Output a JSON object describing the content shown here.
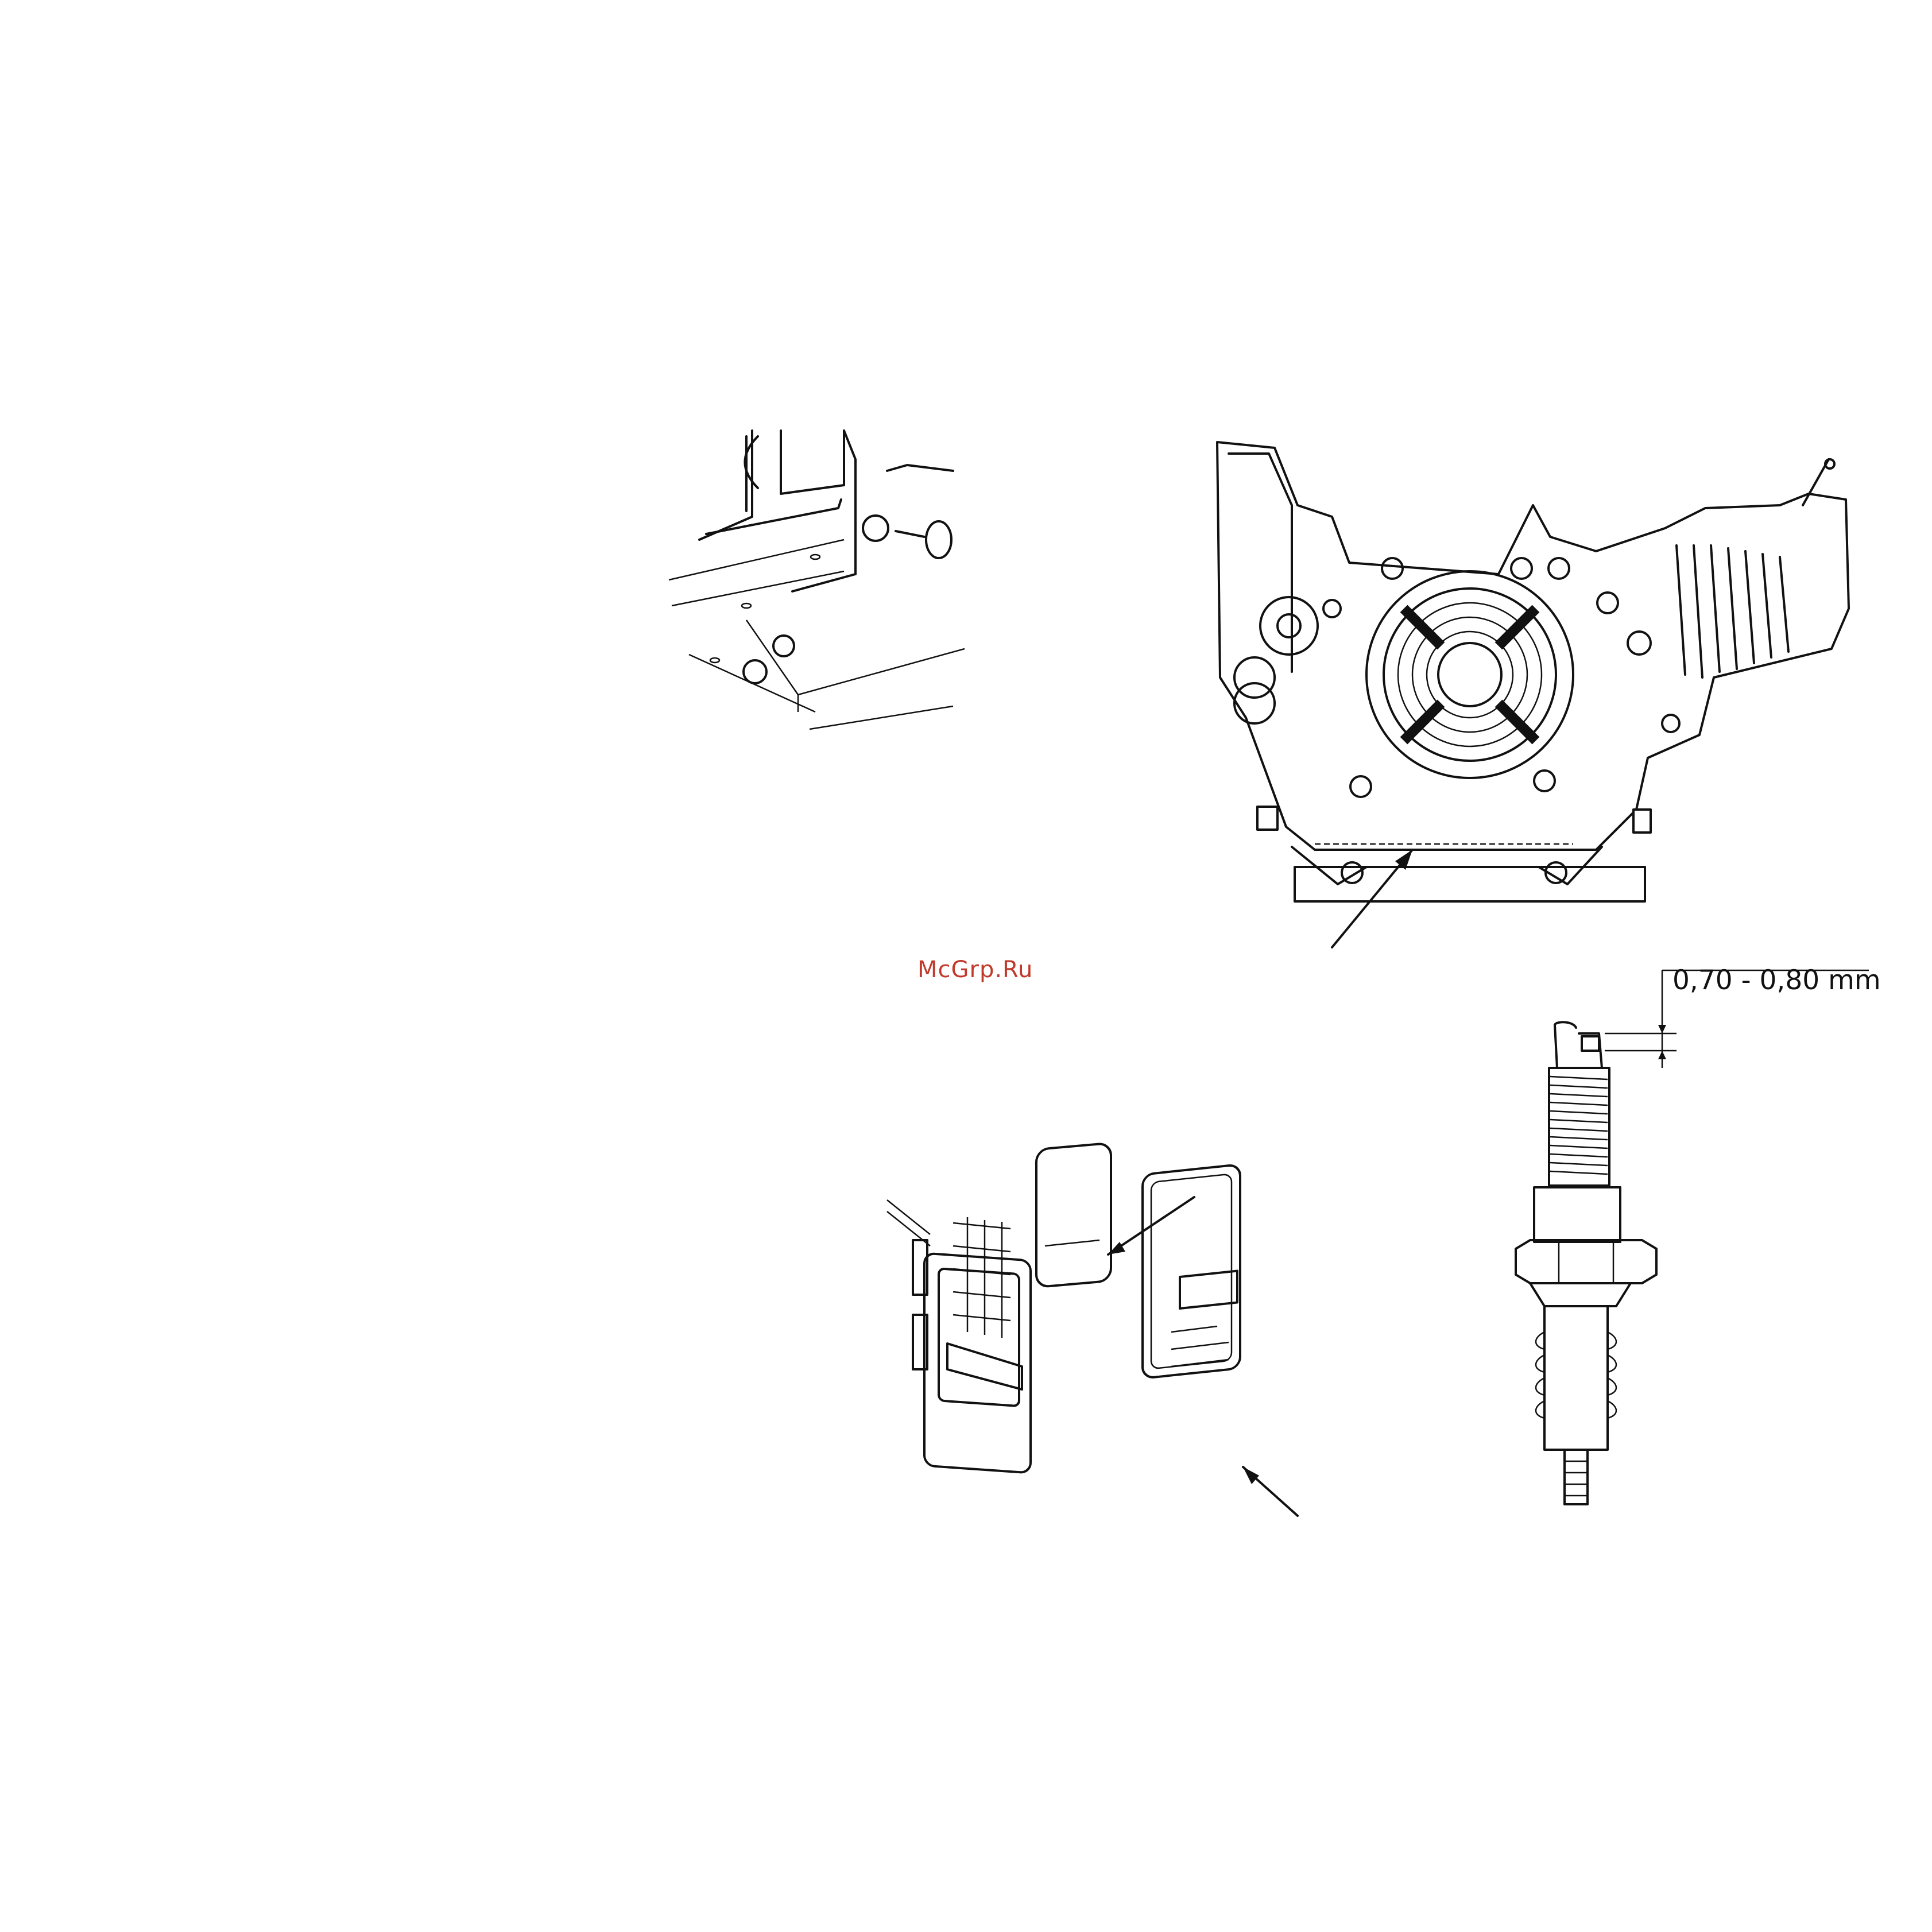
{
  "watermark": {
    "text": "McGrp.Ru",
    "color": "#c0392b"
  },
  "figures": {
    "oil_drain": {
      "name": "oil-drain-plug-detail",
      "icon": "oil-drain-plug-icon"
    },
    "engine": {
      "name": "engine-crankcase-side-view",
      "icon": "engine-icon"
    },
    "air_filter": {
      "name": "air-filter-assembly",
      "icon": "air-filter-icon"
    },
    "spark_plug": {
      "name": "spark-plug",
      "icon": "spark-plug-icon",
      "gap_label": "0,70 - 0,80 mm"
    }
  }
}
